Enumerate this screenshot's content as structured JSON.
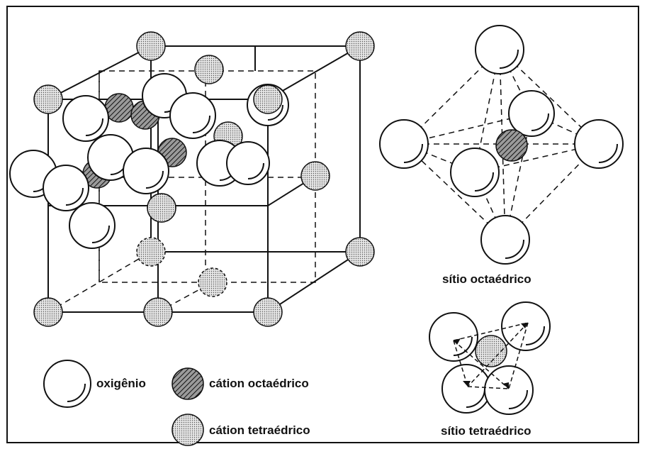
{
  "labels": {
    "octahedral_site": "sítio octaédrico",
    "tetrahedral_site": "sítio tetraédrico"
  },
  "legend": {
    "oxygen": "oxigênio",
    "octahedral_cation": "cátion octaédrico",
    "tetrahedral_cation": "cátion tetraédrico"
  },
  "colors": {
    "line": "#111111",
    "oxygen_fill": "#ffffff",
    "tetra_fill": "#cfcfcf",
    "octa_fill": "#7a7a7a",
    "frame": "#111111"
  },
  "icons": {
    "oxygen": "oxygen-atom-icon",
    "octahedral_cation": "hatched-atom-icon",
    "tetrahedral_cation": "dotted-atom-icon"
  }
}
